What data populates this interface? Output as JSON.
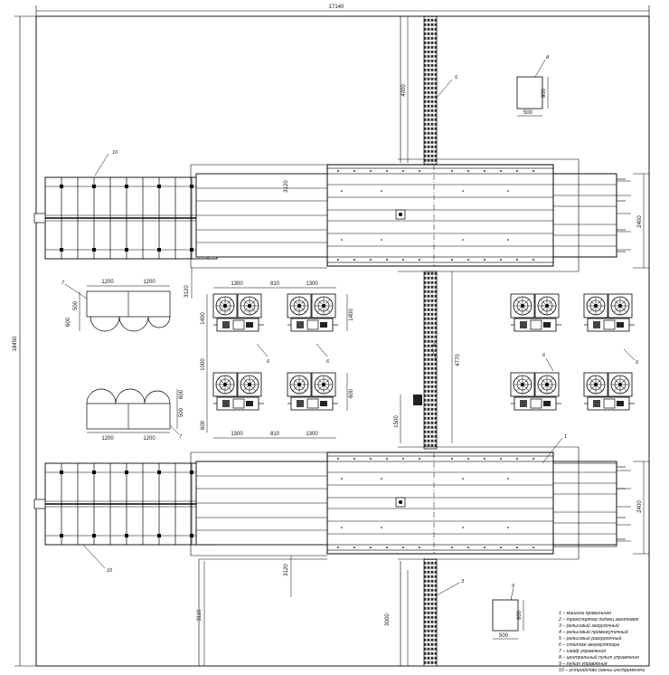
{
  "dimensions": {
    "overall_width": "17140",
    "overall_height": "18450",
    "rail_top": "4000",
    "table_width_top": "2400",
    "table_width_bottom": "2400",
    "gap_top": "3120",
    "gap_bottom": "3120",
    "bottom_left": "3110",
    "bottom_rail": "3000",
    "mid_vertical": "4770",
    "mid_small": "1500",
    "pit_w1": "1300",
    "pit_gap": "810",
    "pit_w2": "1300",
    "pit_h": "1400",
    "pit_h2": "1400",
    "pit_row_gap": "1000",
    "bot_w1": "1300",
    "bot_gap": "810",
    "bot_w2": "1300",
    "side_600": "600",
    "side_600b": "600",
    "rack_1200a": "1200",
    "rack_1200b": "1200",
    "rack_500": "500",
    "rack_600": "600",
    "rack_1200c": "1200",
    "rack_1200d": "1200",
    "rack_500b": "500",
    "rack_600b": "600",
    "box_500": "500",
    "box_800": "800",
    "box2_500": "500",
    "box2_800": "800"
  },
  "callouts": {
    "c1": "1",
    "c3": "3",
    "c4": "4",
    "c5": "5",
    "c6a": "6",
    "c6b": "6",
    "c6c": "6",
    "c6d": "6",
    "c7a": "7",
    "c7b": "7",
    "c8": "8",
    "c9": "9",
    "c10a": "10",
    "c10b": "10"
  },
  "legend": [
    "1 – машина правильная",
    "2 – транспортер подачи заготовок",
    "3 – рельсовый загрузочный",
    "4 – рельсовый промежуточный",
    "5 – рельсовый разгрузочный",
    "6 – стеллаж аккумулятора",
    "7 – шкаф управления",
    "8 – центральный пульт управления",
    "9 – пульт управления",
    "10 – устройство смены инструмента"
  ]
}
